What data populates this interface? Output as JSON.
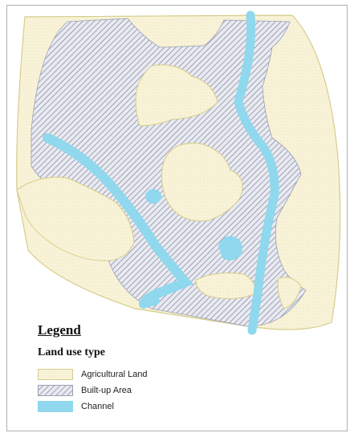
{
  "legend": {
    "title": "Legend",
    "subtitle": "Land use type",
    "items": [
      {
        "label": "Agricultural Land",
        "icon": "agricultural-swatch",
        "fill": "#f8f3d8",
        "stroke": "#d6cc8a"
      },
      {
        "label": "Built-up Area",
        "icon": "builtup-swatch",
        "fill": "#e8e9f0",
        "hatch": "#7d8399"
      },
      {
        "label": "Channel",
        "icon": "channel-swatch",
        "fill": "#8fd8ee"
      }
    ]
  },
  "colors": {
    "agricultural": "#f8f3d8",
    "agricultural_border": "#d6cc8a",
    "builtup_hatch": "#7d8399",
    "channel": "#8fd8ee",
    "frame_border": "#b0b0b0"
  }
}
